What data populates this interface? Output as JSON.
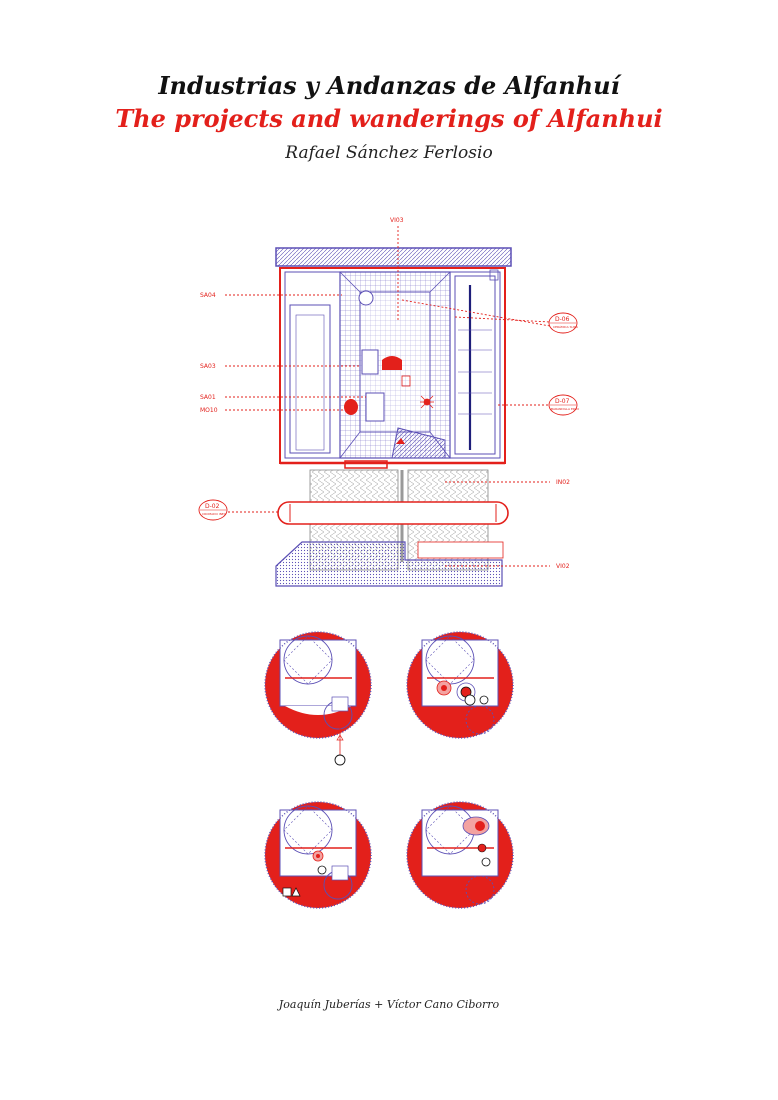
{
  "header": {
    "title": "Industrias y Andanzas de Alfanhuí",
    "subtitle": "The projects and wanderings of Alfanhui",
    "author": "Rafael Sánchez Ferlosio"
  },
  "section_labels": {
    "vi03": "VI03",
    "sa04": "SA04",
    "sa03": "SA03",
    "sa01": "SA01",
    "mo10": "MO10",
    "in02": "IN02",
    "vi02": "VI02"
  },
  "detail_tags": {
    "d06": "D-06",
    "d06_sub": "CERÁMICA SUDA",
    "d07": "D-07",
    "d07_sub": "BARANDILLA EDICI",
    "d02": "D-02",
    "d02_sub": "CROMADO INEC"
  },
  "footer": {
    "credits": "Joaquín Juberías + Víctor Cano Ciborro"
  },
  "colors": {
    "red": "#e3201b",
    "blue": "#5b4fb5",
    "ink": "#111111"
  }
}
